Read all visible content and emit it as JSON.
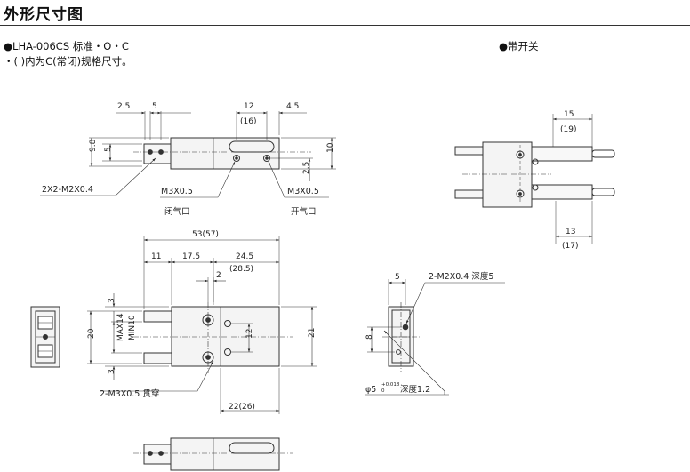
{
  "title": "外形尺寸图",
  "notes": {
    "model": "●LHA-006CS 标准・O・C",
    "parenthesis": "・(  )内为C(常闭)规格尺寸。",
    "switch": "●带开关"
  },
  "top_view": {
    "d_2_5": "2.5",
    "d_5": "5",
    "d_12": "12",
    "d_16": "(16)",
    "d_4_5": "4.5",
    "d_9_8": "9.8",
    "d_5v": "5",
    "d_2_5v": "2.5",
    "d_10": "10",
    "callout_thread": "2X2-M2X0.4",
    "callout_m3_closed": "M3X0.5",
    "label_closed": "闭气口",
    "callout_m3_open": "M3X0.5",
    "label_open": "开气口"
  },
  "front_view": {
    "d_53": "53(57)",
    "d_11": "11",
    "d_17_5": "17.5",
    "d_24_5": "24.5",
    "d_28_5": "(28.5)",
    "d_2": "2",
    "d_3_top": "3",
    "d_3_bottom": "3",
    "d_20": "20",
    "d_max14": "MAX14",
    "d_min10": "MIN10",
    "d_12": "12",
    "d_21": "21",
    "d_22": "22(26)",
    "callout_through": "2-M3X0.5 贯穿"
  },
  "side_view": {
    "d_5": "5",
    "d_8": "8",
    "callout_thread": "2-M2X0.4 深度5",
    "callout_hole_prefix": "φ5",
    "callout_tol_upper": "+0.018",
    "callout_tol_lower": "0",
    "callout_depth": "深度1.2"
  },
  "switch_view": {
    "d_15": "15",
    "d_19": "(19)",
    "d_13": "13",
    "d_17": "(17)"
  }
}
